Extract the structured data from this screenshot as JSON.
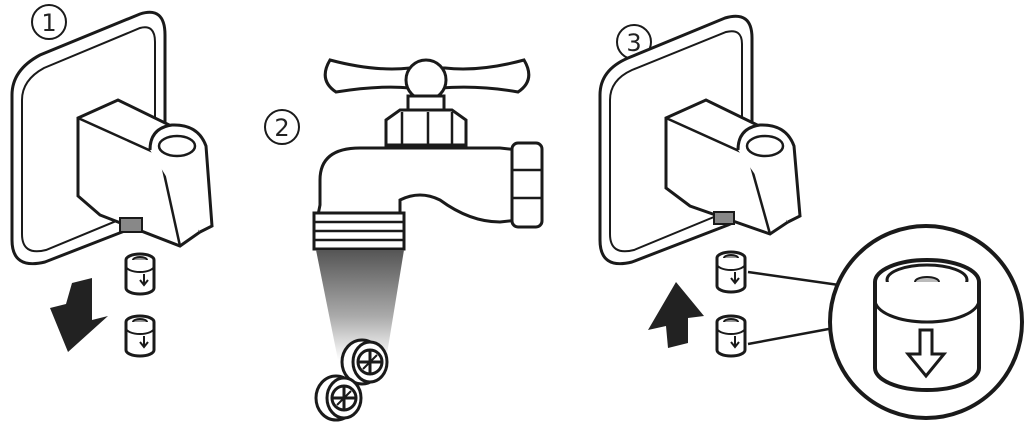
{
  "steps": [
    {
      "number": "1"
    },
    {
      "number": "2"
    },
    {
      "number": "3"
    }
  ],
  "colors": {
    "stroke": "#1a1a1a",
    "fill_light": "#ffffff",
    "fill_grey": "#c8c8c8",
    "fill_dark": "#222222"
  },
  "icons": [
    "wall-bracket-icon",
    "faucet-icon",
    "filter-cartridge-icon",
    "arrow-down-icon",
    "arrow-up-icon",
    "magnifier-icon"
  ]
}
